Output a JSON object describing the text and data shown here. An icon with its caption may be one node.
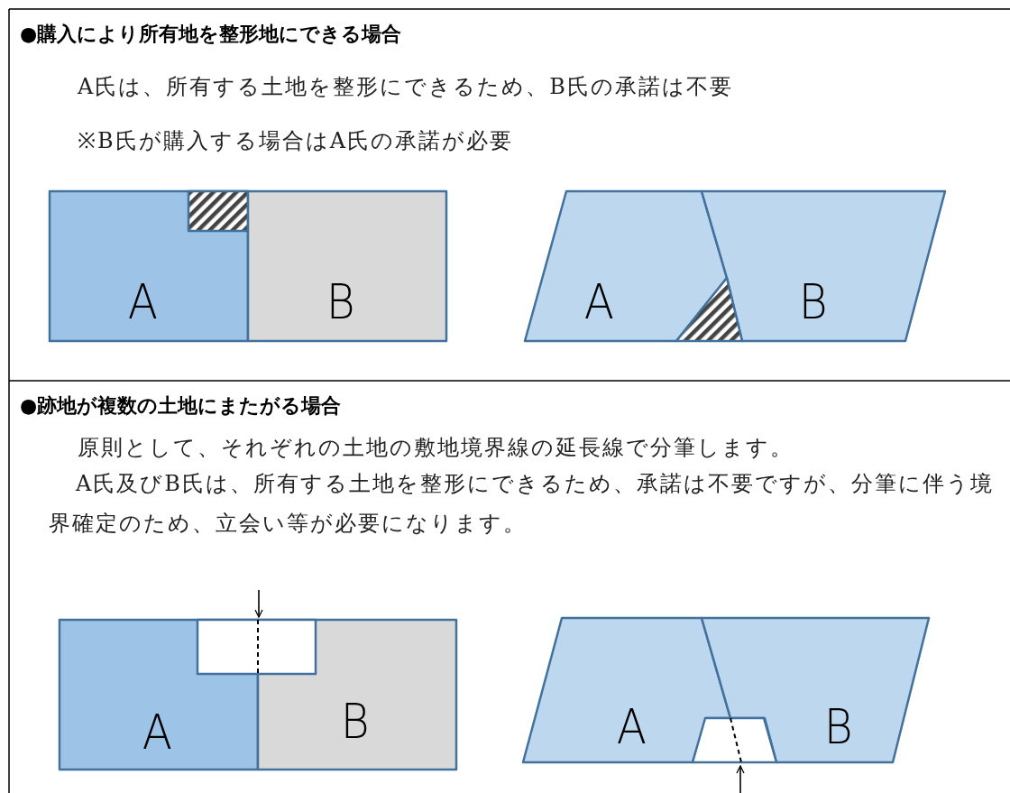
{
  "diagram": {
    "nodes": [
      {
        "text": [
          "A"
        ]
      },
      {
        "text": [
          "B"
        ]
      },
      {
        "text": [
          "A"
        ]
      },
      {
        "text": [
          "B"
        ]
      },
      {
        "text": [
          "A"
        ]
      },
      {
        "text": [
          "B"
        ]
      },
      {
        "text": [
          "A"
        ]
      },
      {
        "text": [
          "B"
        ]
      },
      {
        "text": [],
        "shape": "box",
        "in": 0
      },
      {
        "text": [],
        "shape": "triangle"
      },
      {
        "text": [],
        "shape": "box"
      },
      {
        "text": [],
        "shape": "trapezoid"
      }
    ],
    "labels": [
      "●購入により所有地を整形地にできる場合",
      "A氏は、所有する土地を整形にできるため、B氏の承諾は不要",
      "※B氏が購入する場合はA氏の承諾が必要",
      "●跡地が複数の土地にまたがる場合",
      "原則として、それぞれの土地の敷地境界線の延長線で分筆します。",
      "A氏及びB氏は、所有する土地を整形にできるため、承諾は不要ですが、分筆に伴う境界確定のため、立会い等が必要になります。"
    ]
  }
}
